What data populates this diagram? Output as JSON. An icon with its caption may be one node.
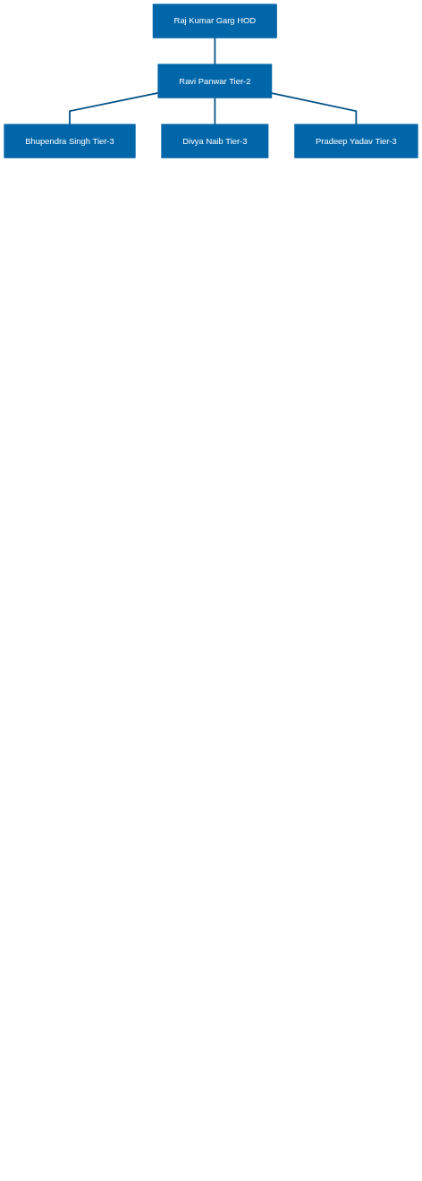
{
  "diagram": {
    "nodes": [
      {
        "text": [
          "Raj Kumar Garg HOD"
        ]
      },
      {
        "text": [
          "Ravi Panwar Tier-2"
        ]
      },
      {
        "text": [
          "Bhupendra Singh Tier-3"
        ]
      },
      {
        "text": [
          "Divya Naib Tier-3"
        ]
      },
      {
        "text": [
          "Pradeep Yadav Tier-3"
        ]
      }
    ],
    "edges": [
      {
        "from": 0,
        "to": 1,
        "arrow": "none"
      },
      {
        "from": 1,
        "to": 2,
        "arrow": "none"
      },
      {
        "from": 1,
        "to": 3,
        "arrow": "none"
      },
      {
        "from": 1,
        "to": 4,
        "arrow": "none"
      }
    ]
  }
}
